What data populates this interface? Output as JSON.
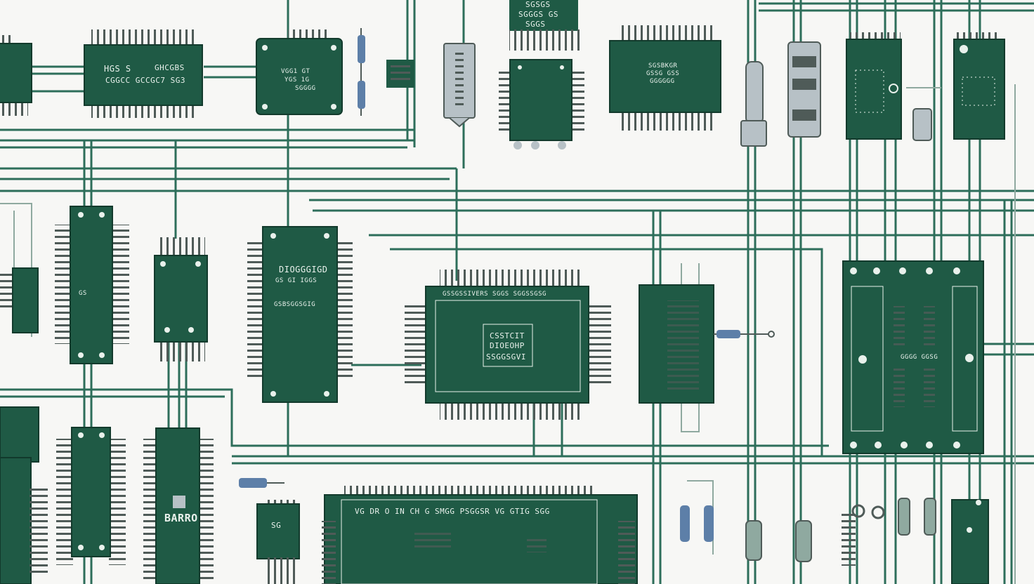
{
  "colors": {
    "background": "#f7f7f5",
    "board": "#1f5a45",
    "trace": "#2d6e5a",
    "trace_light": "#8fa9a0",
    "pin": "#4f5b58",
    "silk": "#e9f1ec",
    "component_gray": "#b7c1c6",
    "resistor_blue": "#5d7fa8"
  },
  "labels": {
    "top_left_chip_line1": "HGS  S",
    "top_left_chip_line2": "GHCGBS",
    "top_left_chip_line3": "CGGCC GCCGC7 SG3",
    "top_mid_chip_line1": "VGG1  GT",
    "top_mid_chip_line2": "YGS 1G",
    "top_mid_chip_line3": "SGGGG",
    "top_strip_line1": "SGSGS",
    "top_strip_line2": "SGGGS  GS",
    "top_strip_line3": "SGGS",
    "right_top_chip_line1": "SGSBKGR",
    "right_top_chip_line2": "GSSG GSS",
    "right_top_chip_line3": "GGGGGG",
    "dip_chip_line1": "DIOGGGIGD",
    "dip_chip_line2": "GS  GI IGGS",
    "dip_chip_line3": "GSBSGGSGIG",
    "center_chip_header": "GSSGSSIVERS   SGGS SGGSSGSG",
    "center_chip_line1": "CSSTCIT",
    "center_chip_line2": "DIOEOHP",
    "center_chip_line3": "SSGGSGVI",
    "bottom_left_chip_label": "BARRO",
    "bottom_board_header": "VG DR  O  IN     CH   G  SMGG  PSGGSR  VG  GTIG SGG",
    "bottom_left_small_label": "SG",
    "left_tall_chip_label": "GS",
    "right_board_label": "GGGG  GGSG"
  }
}
